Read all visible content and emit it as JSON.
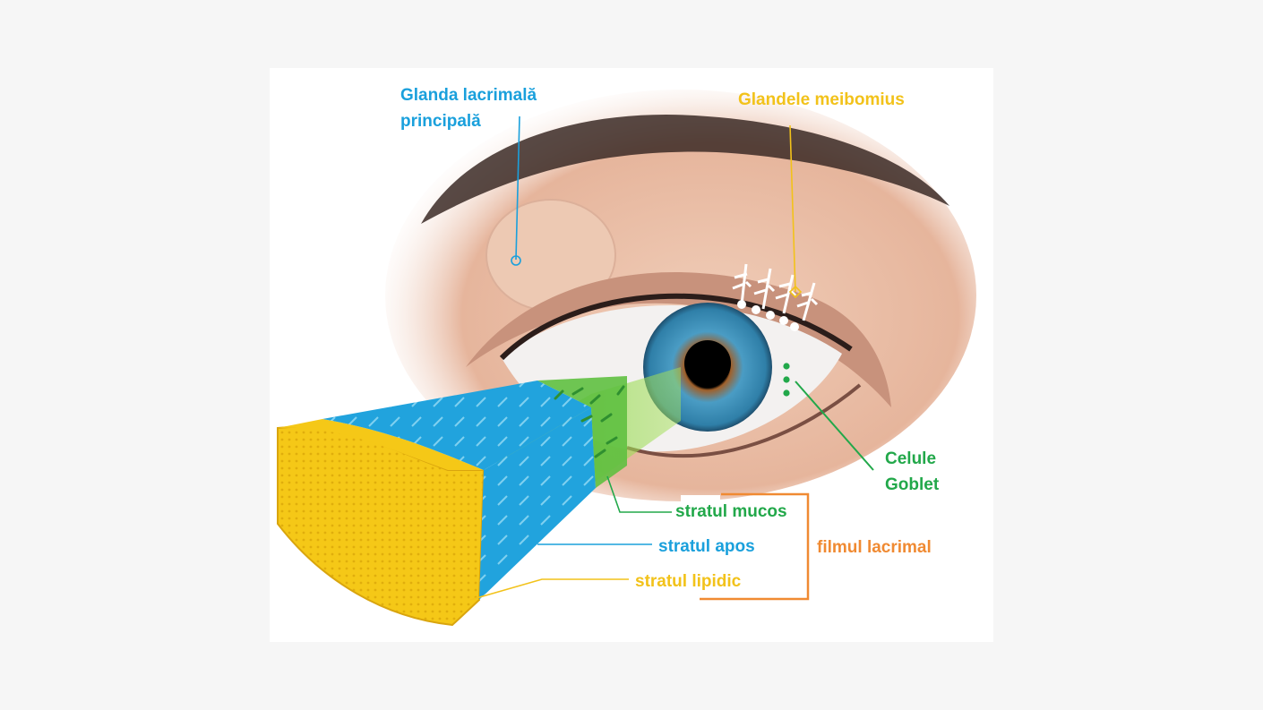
{
  "labels": {
    "lacrimal_gland_line1": "Glanda lacrimală",
    "lacrimal_gland_line2": "principală",
    "meibomian": "Glandele meibomius",
    "goblet_line1": "Celule",
    "goblet_line2": "Goblet",
    "mucous_layer": "stratul mucos",
    "aqueous_layer": "stratul apos",
    "lipid_layer": "stratul lipidic",
    "tear_film": "filmul lacrimal"
  },
  "colors": {
    "lacrimal": "#1aa0dc",
    "meibomian": "#f2c21a",
    "goblet": "#22a84a",
    "mucous": "#22a84a",
    "aqueous": "#1aa0dc",
    "lipid": "#f2c21a",
    "tear_film": "#f08a32",
    "skin": "#e9c2ac",
    "iris": "#3d8fb5"
  },
  "icons": {
    "eye_illustration": "eye-illustration",
    "tear_film_block": "tear-film-cross-section"
  }
}
